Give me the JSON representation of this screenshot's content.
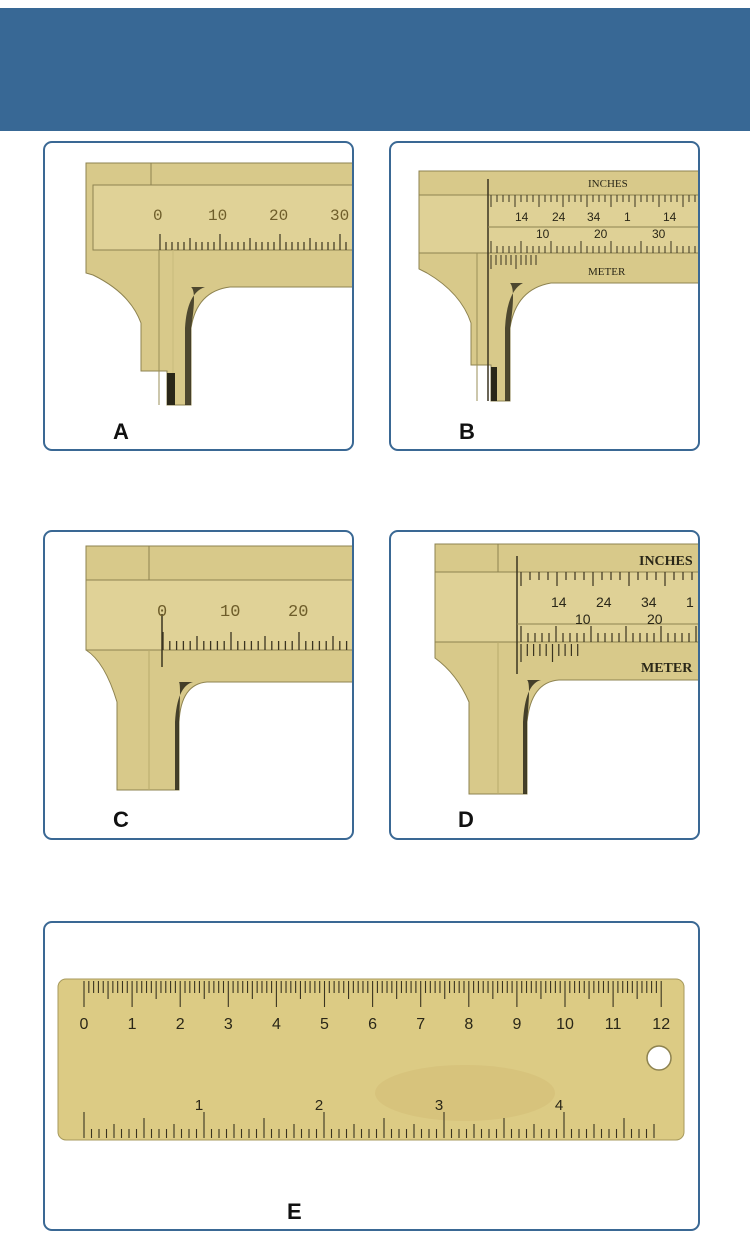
{
  "colors": {
    "banner": "#386895",
    "border": "#3a6894",
    "brass": "#dccd8e",
    "brass_dark": "#a79a5c",
    "ink": "#2a2718"
  },
  "panels": {
    "a": {
      "label": "A",
      "scale_numbers": [
        "0",
        "10",
        "20",
        "30"
      ]
    },
    "b": {
      "label": "B",
      "top_text": "INCHES",
      "bottom_text": "METER",
      "fractions": [
        "14",
        "24",
        "34",
        "1",
        "14"
      ],
      "numbers": [
        "10",
        "20",
        "30"
      ]
    },
    "c": {
      "label": "C",
      "scale_numbers": [
        "0",
        "10",
        "20"
      ]
    },
    "d": {
      "label": "D",
      "top_text": "INCHES",
      "bottom_text": "METER",
      "fractions": [
        "14",
        "24",
        "34",
        "1"
      ],
      "numbers": [
        "10",
        "20"
      ]
    },
    "e": {
      "label": "E",
      "cm_numbers": [
        "0",
        "1",
        "2",
        "3",
        "4",
        "5",
        "6",
        "7",
        "8",
        "9",
        "10",
        "11",
        "12"
      ],
      "inch_numbers": [
        "1",
        "2",
        "3",
        "4"
      ]
    }
  }
}
